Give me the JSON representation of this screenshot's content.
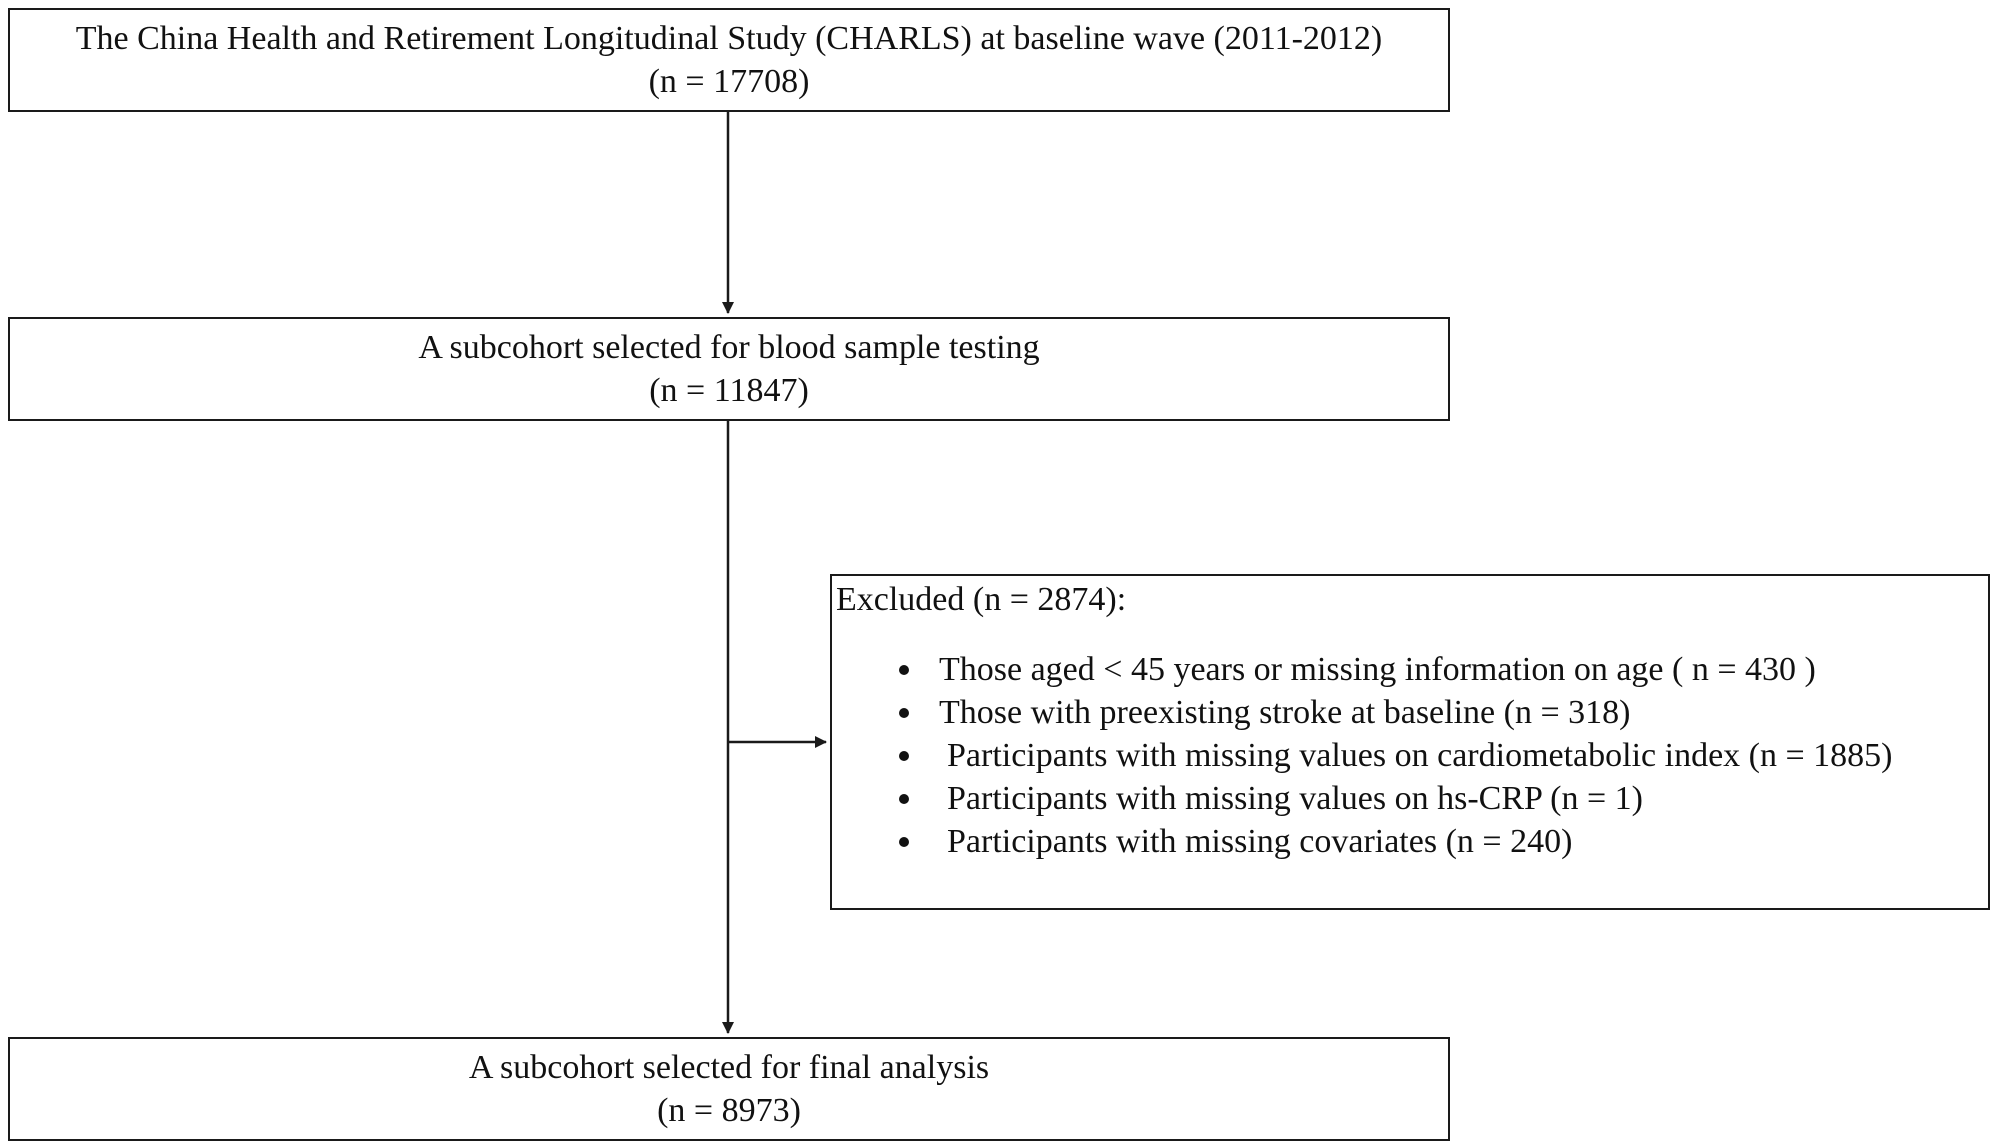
{
  "flow": {
    "top": {
      "line1": "The China Health and Retirement Longitudinal Study (CHARLS) at baseline wave (2011-2012)",
      "line2": "(n = 17708)"
    },
    "middle": {
      "line1": "A subcohort selected for blood sample testing",
      "line2": "(n = 11847)"
    },
    "excluded": {
      "title": "Excluded (n = 2874):",
      "items": [
        "Those aged < 45 years or missing information on age ( n = 430 )",
        "Those with preexisting stroke at baseline (n = 318)",
        "Participants with missing values on cardiometabolic index (n = 1885)",
        "Participants with missing values on hs-CRP (n = 1)",
        "Participants with missing covariates (n = 240)"
      ]
    },
    "bottom": {
      "line1": "A subcohort selected for final analysis",
      "line2": "(n = 8973)"
    }
  }
}
